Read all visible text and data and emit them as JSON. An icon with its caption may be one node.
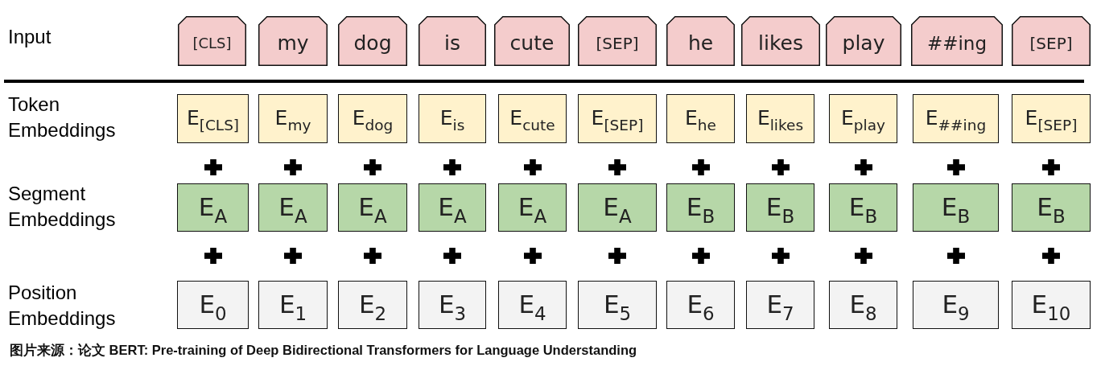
{
  "diagram": {
    "caption": "图片来源：论文 BERT: Pre-training of Deep Bidirectional Transformers for Language Understanding",
    "nodes": [
      {
        "text": [
          "[CLS]"
        ]
      },
      {
        "text": [
          "my"
        ]
      },
      {
        "text": [
          "dog"
        ]
      },
      {
        "text": [
          "is"
        ]
      },
      {
        "text": [
          "cute"
        ]
      },
      {
        "text": [
          "[SEP]"
        ]
      },
      {
        "text": [
          "he"
        ]
      },
      {
        "text": [
          "likes"
        ]
      },
      {
        "text": [
          "play"
        ]
      },
      {
        "text": [
          "##ing"
        ]
      },
      {
        "text": [
          "[SEP]"
        ]
      },
      {
        "text": [
          "E$_{[CLS]}$"
        ]
      },
      {
        "text": [
          "E$_{my}$"
        ]
      },
      {
        "text": [
          "E$_{dog}$"
        ]
      },
      {
        "text": [
          "E$_{is}$"
        ]
      },
      {
        "text": [
          "E$_{cute}$"
        ]
      },
      {
        "text": [
          "E$_{[SEP]}$"
        ]
      },
      {
        "text": [
          "E$_{he}$"
        ]
      },
      {
        "text": [
          "E$_{likes}$"
        ]
      },
      {
        "text": [
          "E$_{play}$"
        ]
      },
      {
        "text": [
          "E$_{##ing}$"
        ]
      },
      {
        "text": [
          "E$_{[SEP]}$"
        ]
      },
      {
        "text": [
          "E$_{A}$"
        ]
      },
      {
        "text": [
          "E$_{A}$"
        ]
      },
      {
        "text": [
          "E$_{A}$"
        ]
      },
      {
        "text": [
          "E$_{A}$"
        ]
      },
      {
        "text": [
          "E$_{A}$"
        ]
      },
      {
        "text": [
          "E$_{A}$"
        ]
      },
      {
        "text": [
          "E$_{B}$"
        ]
      },
      {
        "text": [
          "E$_{B}$"
        ]
      },
      {
        "text": [
          "E$_{B}$"
        ]
      },
      {
        "text": [
          "E$_{B}$"
        ]
      },
      {
        "text": [
          "E$_{B}$"
        ]
      },
      {
        "text": [
          "E$_{0}$"
        ]
      },
      {
        "text": [
          "E$_{1}$"
        ]
      },
      {
        "text": [
          "E$_{2}$"
        ]
      },
      {
        "text": [
          "E$_{3}$"
        ]
      },
      {
        "text": [
          "E$_{4}$"
        ]
      },
      {
        "text": [
          "E$_{5}$"
        ]
      },
      {
        "text": [
          "E$_{6}$"
        ]
      },
      {
        "text": [
          "E$_{7}$"
        ]
      },
      {
        "text": [
          "E$_{8}$"
        ]
      },
      {
        "text": [
          "E$_{9}$"
        ]
      },
      {
        "text": [
          "E$_{10}$"
        ]
      }
    ],
    "labels": [
      "Input",
      "Token Embeddings",
      "Segment Embeddings",
      "Position Embeddings"
    ]
  }
}
